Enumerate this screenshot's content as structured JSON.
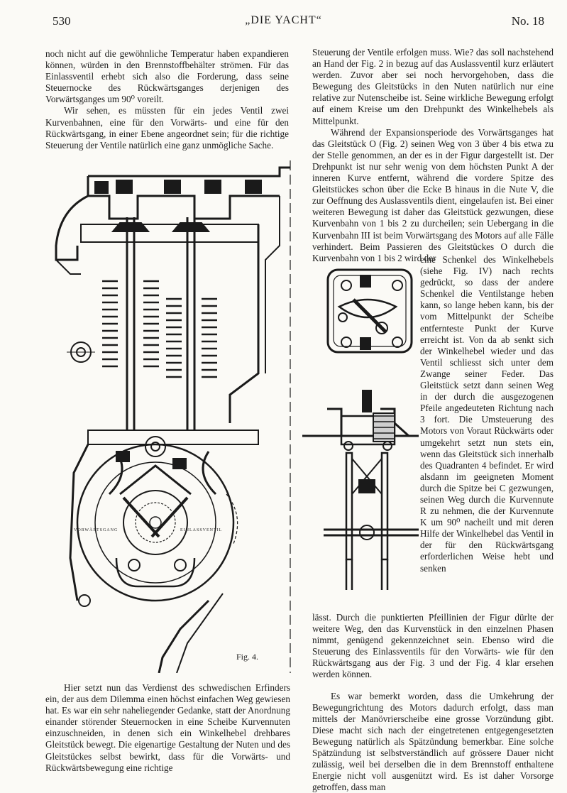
{
  "header": {
    "page_number": "530",
    "title": "„DIE YACHT“",
    "issue": "No. 18"
  },
  "left_top": {
    "p1": "noch nicht auf die gewöhnliche Temperatur haben expandieren können, würden in den Brennstoffbehälter strömen. Für das Einlassventil erhebt sich also die Forderung, dass seine Steuernocke des Rückwärtsganges derjenigen des Vorwärtsganges um 90⁰ voreilt.",
    "p2": "Wir sehen, es müssten für ein jedes Ventil zwei Kurvenbahnen, eine für den Vorwärts- und eine für den Rückwärtsgang, in einer Ebene angeordnet sein; für die richtige Steuerung der Ventile natürlich eine ganz unmögliche Sache."
  },
  "figure4": {
    "caption": "Fig. 4.",
    "label_left": "VORWÄRTSGANG",
    "label_right": "EINLASSVENTIL"
  },
  "left_bottom": {
    "p1": "Hier setzt nun das Verdienst des schwedischen Erfinders ein, der aus dem Dilemma einen höchst einfachen Weg gewiesen hat. Es war ein sehr naheliegender Gedanke, statt der Anordnung einander störender Steuernocken in eine Scheibe Kurvennuten einzuschneiden, in denen sich ein Winkelhebel drehbares Gleitstück bewegt. Die eigenartige Gestaltung der Nuten und des Gleitstückes selbst bewirkt, dass für die Vorwärts- und Rückwärtsbewegung eine richtige"
  },
  "right_top": {
    "p1": "Steuerung der Ventile erfolgen muss. Wie? das soll nachstehend an Hand der Fig. 2 in bezug auf das Auslassventil kurz erläutert werden. Zuvor aber sei noch hervorgehoben, dass die Bewegung des Gleitstücks in den Nuten natürlich nur eine relative zur Nutenscheibe ist. Seine wirkliche Bewegung erfolgt auf einem Kreise um den Drehpunkt des Winkelhebels als Mittelpunkt.",
    "p2": "Während der Expansionsperiode des Vorwärtsganges hat das Gleitstück O (Fig. 2) seinen Weg von 3 über 4 bis etwa zu der Stelle genommen, an der es in der Figur dargestellt ist. Der Drehpunkt ist nur sehr wenig von dem höchsten Punkt A der inneren Kurve entfernt, während die vordere Spitze des Gleitstückes schon über die Ecke B hinaus in die Nute V, die zur Oeffnung des Auslassventils dient, eingelaufen ist. Bei einer weiteren Bewegung ist daher das Gleitstück gezwungen, diese Kurvenbahn von 1 bis 2 zu durcheilen; sein Uebergang in die Kurvenbahn III ist beim Vorwärtsgang des Motors auf alle Fälle verhindert. Beim Passieren des Gleitstückes O durch die Kurvenbahn von 1 bis 2 wird der"
  },
  "right_narrow": {
    "text": "eine Schenkel des Winkelhebels (siehe Fig. IV) nach rechts gedrückt, so dass der andere Schenkel die Ventilstange heben kann, so lange heben kann, bis der vom Mittelpunkt der Scheibe entfernteste Punkt der Kurve erreicht ist. Von da ab senkt sich der Winkelhebel wieder und das Ventil schliesst sich unter dem Zwange seiner Feder. Das Gleitstück setzt dann seinen Weg in der durch die ausgezogenen Pfeile angedeuteten Richtung nach 3 fort. Die Umsteuerung des Motors von Voraut Rückwärts oder umgekehrt setzt nun stets ein, wenn das Gleitstück sich innerhalb des Quadranten 4 befindet. Er wird alsdann im geeigneten Moment durch die Spitze bei C gezwungen, seinen Weg durch die Kurvennute R zu nehmen, die der Kurvennute K um 90⁰ nacheilt und mit deren Hilfe der Winkelhebel das Ventil in der für den Rückwärtsgang erforderlichen Weise hebt und senken"
  },
  "right_bottom": {
    "p1": "lässt. Durch die punktierten Pfeillinien der Figur dürlte der weitere Weg, den das Kurvenstück in den einzelnen Phasen nimmt, genügend gekennzeichnet sein. Ebenso wird die Steuerung des Einlassventils für den Vorwärts- wie für den Rückwärtsgang aus der Fig. 3 und der Fig. 4 klar ersehen werden können.",
    "p2": "Es war bemerkt worden, dass die Umkehrung der Bewegungrichtung des Motors dadurch erfolgt, dass man mittels der Manövrierscheibe eine grosse Vorzündung gibt. Diese macht sich nach der eingetretenen entgegengesetzten Bewegung natürlich als Spätzündung bemerkbar. Eine solche Spätzündung ist selbstverständlich auf grössere Dauer nicht zulässig, weil bei derselben die in dem Brennstoff enthaltene Energie nicht voll ausgenützt wird. Es ist daher Vorsorge getroffen, dass man"
  }
}
